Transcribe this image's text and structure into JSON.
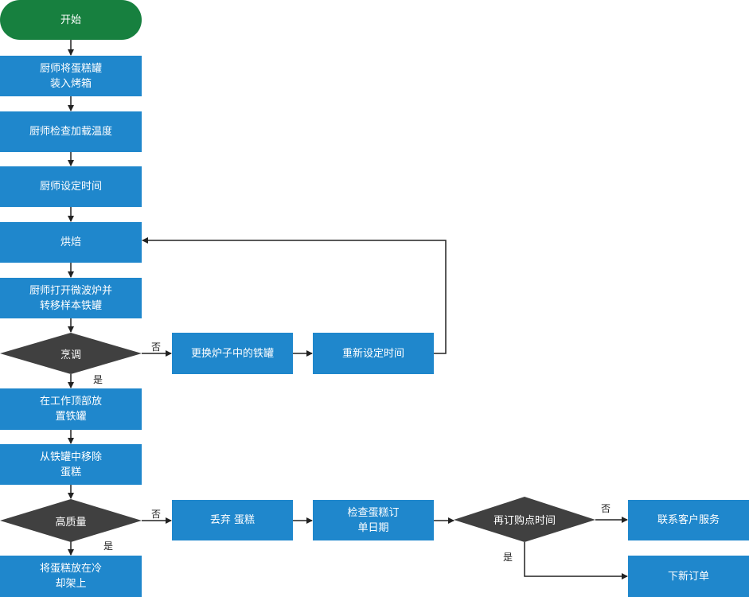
{
  "colors": {
    "start_fill": "#17803f",
    "process_fill": "#1f87cc",
    "decision_fill": "#404040",
    "connector": "#222222",
    "text_on_shape": "#ffffff"
  },
  "nodes": {
    "start": "开始",
    "load_pans": "厨师将蛋糕罐\n装入烤箱",
    "check_temp": "厨师检查加载温度",
    "set_time": "厨师设定时间",
    "bake": "烘焙",
    "open_oven": "厨师打开微波炉并\n转移样本铁罐",
    "cooked": "烹调",
    "replace_pans": "更换炉子中的铁罐",
    "reset_time": "重新设定时间",
    "place_on_top": "在工作顶部放\n置铁罐",
    "remove_cake": "从铁罐中移除\n蛋糕",
    "high_quality": "高质量",
    "discard_cake": "丢弃  蛋糕",
    "check_order_date": "检查蛋糕订\n单日期",
    "reorder_point": "再订购点时间",
    "contact_service": "联系客户服务",
    "new_order": "下新订单",
    "cooling_rack": "将蛋糕放在冷\n却架上"
  },
  "labels": {
    "yes": "是",
    "no": "否"
  }
}
